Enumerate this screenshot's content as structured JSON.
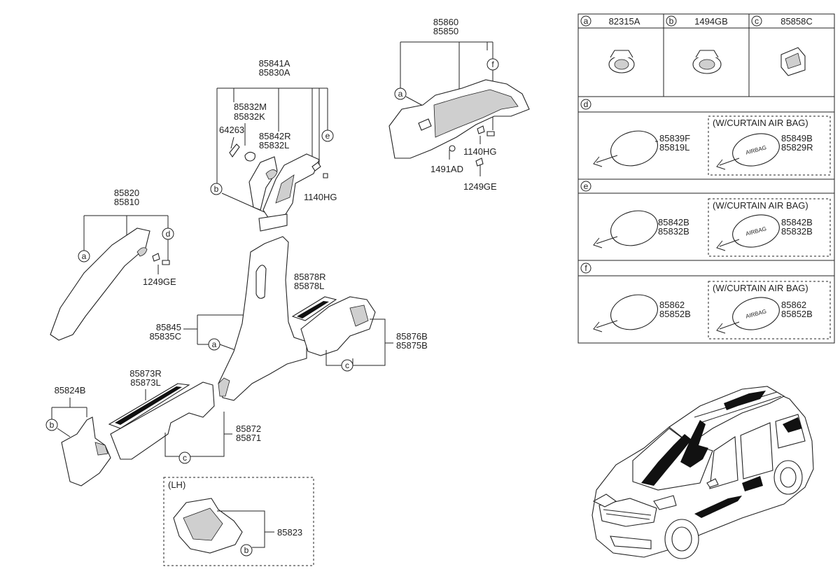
{
  "callouts": {
    "p85841A": "85841A",
    "p85830A": "85830A",
    "p85832M": "85832M",
    "p85832K": "85832K",
    "p64263": "64263",
    "p85842R": "85842R",
    "p85832L": "85832L",
    "e": "e",
    "b": "b",
    "p1140HG_a": "1140HG",
    "p85860": "85860",
    "p85850": "85850",
    "a": "a",
    "f": "f",
    "p1140HG_b": "1140HG",
    "p1491AD": "1491AD",
    "p1249GE_a": "1249GE",
    "p85820": "85820",
    "p85810": "85810",
    "d": "d",
    "p1249GE_b": "1249GE",
    "p85878R": "85878R",
    "p85878L": "85878L",
    "p85845": "85845",
    "p85835C": "85835C",
    "p85876B": "85876B",
    "p85875B": "85875B",
    "c": "c",
    "p85873R": "85873R",
    "p85873L": "85873L",
    "p85824B": "85824B",
    "p85872": "85872",
    "p85871": "85871",
    "lh": "(LH)",
    "p85823": "85823"
  },
  "legend": {
    "a_letter": "a",
    "a_part": "82315A",
    "b_letter": "b",
    "b_part": "1494GB",
    "c_letter": "c",
    "c_part": "85858C",
    "d_letter": "d",
    "d_part1": "85839F",
    "d_part2": "85819L",
    "d_bag_title": "(W/CURTAIN AIR BAG)",
    "d_bag_part1": "85849B",
    "d_bag_part2": "85829R",
    "e_letter": "e",
    "e_part1": "85842B",
    "e_part2": "85832B",
    "e_bag_title": "(W/CURTAIN AIR BAG)",
    "e_bag_part1": "85842B",
    "e_bag_part2": "85832B",
    "f_letter": "f",
    "f_part1": "85862",
    "f_part2": "85852B",
    "f_bag_title": "(W/CURTAIN AIR BAG)",
    "f_bag_part1": "85862",
    "f_bag_part2": "85852B",
    "airbag_emblem": "AIRBAG"
  }
}
